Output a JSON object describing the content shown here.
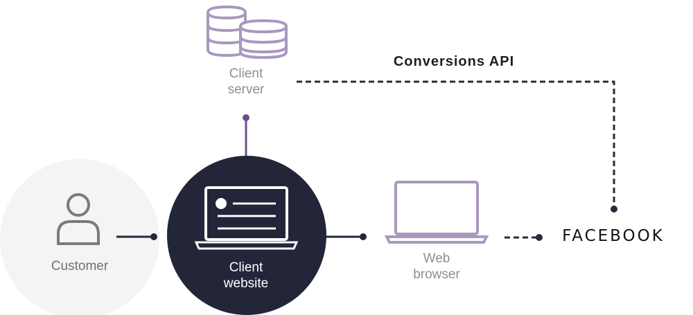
{
  "nodes": {
    "client_server": {
      "line1": "Client",
      "line2": "server"
    },
    "customer": {
      "label": "Customer"
    },
    "client_website": {
      "line1": "Client",
      "line2": "website"
    },
    "web_browser": {
      "line1": "Web",
      "line2": "browser"
    },
    "facebook": {
      "label": "FACEBOOK"
    }
  },
  "edges": {
    "conversions_api": {
      "label": "Conversions API"
    }
  },
  "colors": {
    "purple": "#6b4f8c",
    "light_purple": "#a998bf",
    "navy": "#222638",
    "dash": "#272b3b",
    "customer_bg": "#f3f3f3",
    "customer_icon": "#7a7a7a"
  },
  "icons": {
    "server": "server-stack-icon",
    "customer": "person-icon",
    "website": "laptop-webpage-icon",
    "browser": "laptop-icon"
  }
}
